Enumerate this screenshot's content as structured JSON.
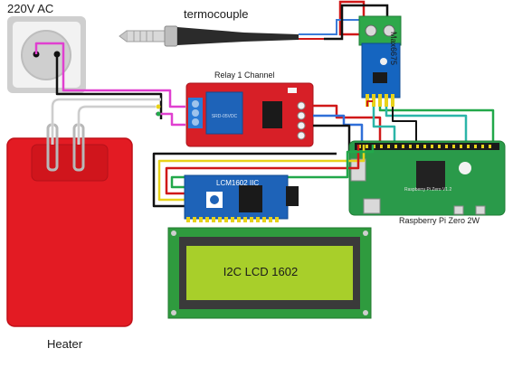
{
  "labels": {
    "ac": "220V AC",
    "thermocouple": "termocouple",
    "relay": "Relay 1 Channel",
    "max6675": "Max6675",
    "rpi": "Raspberry Pi Zero 2W",
    "heater": "Heater",
    "lcd_text": "I2C LCD 1602",
    "i2c_board": "LCM1602 IIC",
    "pi_silk": "Raspberry Pi Zero V1.2"
  },
  "colors": {
    "heater": "#e31b23",
    "relay_board": "#d71f27",
    "max_board": "#1565c0",
    "i2c_board": "#1e63b8",
    "pi_board": "#2a9a4a",
    "lcd_frame": "#2f9b3e",
    "lcd_screen": "#a8cf2a",
    "wire_magenta": "#e040d0",
    "wire_red": "#d01818",
    "wire_black": "#111111",
    "wire_green": "#22a84a",
    "wire_teal": "#2bb5a8",
    "wire_yellow": "#e8d21a",
    "wire_blue": "#2f6fd8"
  }
}
